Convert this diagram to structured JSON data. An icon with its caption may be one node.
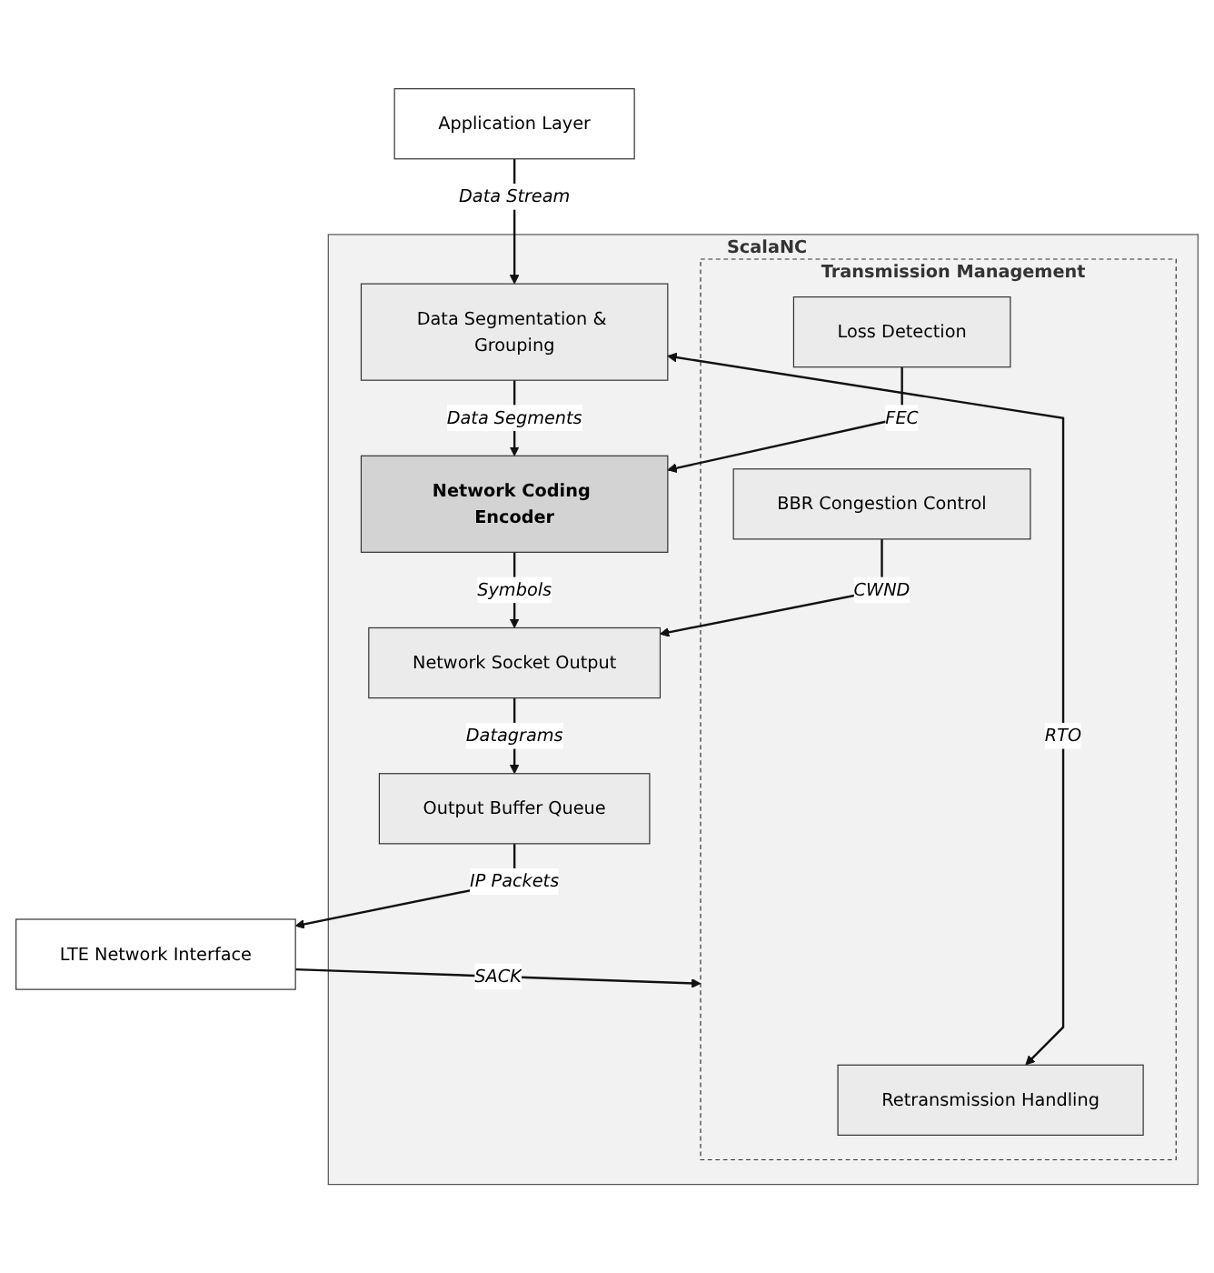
{
  "diagram": {
    "nodes": [
      {
        "text": [
          "Application Layer"
        ]
      },
      {
        "text": [
          "ScalaNC"
        ]
      },
      {
        "text": [
          "Transmission Management"
        ],
        "in": 1
      },
      {
        "text": [
          "Retransmission Handling"
        ],
        "in": 2
      },
      {
        "text": [
          "Loss Detection"
        ],
        "in": 2
      },
      {
        "text": [
          "BBR Congestion Control"
        ],
        "in": 2
      },
      {
        "text": [
          "Data Segmentation & Grouping"
        ],
        "in": 1
      },
      {
        "text": [
          "Network Coding Encoder"
        ],
        "in": 1
      },
      {
        "text": [
          "Network Socket Output"
        ],
        "in": 1
      },
      {
        "text": [
          "Output Buffer Queue"
        ],
        "in": 1
      },
      {
        "text": [
          "LTE Network Interface"
        ]
      }
    ],
    "edges": [
      {
        "from": 0,
        "to": 6,
        "arrow": "to",
        "label": "Data Stream"
      },
      {
        "from": 3,
        "to": 6,
        "arrow": "both",
        "label": "RTO"
      },
      {
        "from": 6,
        "to": 7,
        "arrow": "to",
        "label": "Data Segments"
      },
      {
        "from": 4,
        "to": 7,
        "arrow": "to",
        "label": "FEC"
      },
      {
        "from": 7,
        "to": 8,
        "arrow": "to",
        "label": "Symbols"
      },
      {
        "from": 5,
        "to": 8,
        "arrow": "to",
        "label": "CWND"
      },
      {
        "from": 8,
        "to": 9,
        "arrow": "to",
        "label": "Datagrams"
      },
      {
        "from": 9,
        "to": 10,
        "arrow": "to",
        "label": "IP Packets"
      },
      {
        "from": 10,
        "to": 2,
        "arrow": "to",
        "label": "SACK"
      }
    ]
  }
}
